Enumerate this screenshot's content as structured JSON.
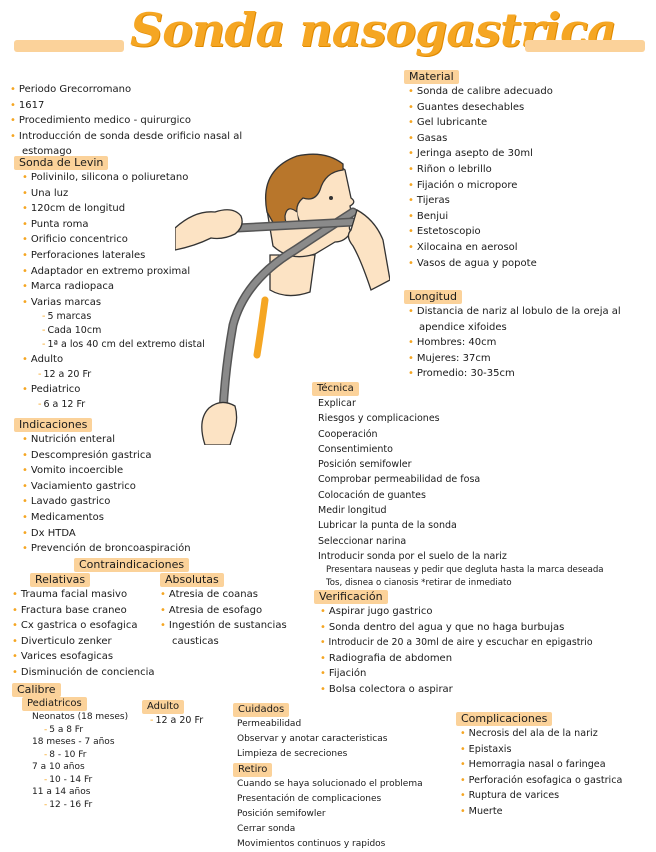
{
  "title": "Sonda nasogastrica",
  "intro": [
    "Periodo Grecorromano",
    "1617",
    "Procedimiento medico - quirurgico",
    "Introducción de sonda desde orificio nasal al estomago"
  ],
  "levin": {
    "heading": "Sonda de Levin",
    "items": [
      "Polivinilo, silicona o poliuretano",
      "Una luz",
      "120cm de longitud",
      "Punta roma",
      "Orificio concentrico",
      "Perforaciones laterales",
      "Adaptador en extremo proximal",
      "Marca radiopaca",
      "Varias marcas"
    ],
    "marcas": [
      "5 marcas",
      "Cada 10cm",
      "1ª a los 40 cm del extremo distal"
    ],
    "adulto": "Adulto",
    "adulto_val": "12 a 20 Fr",
    "pediatrico": "Pediatrico",
    "pediatrico_val": "6 a 12 Fr"
  },
  "indicaciones": {
    "heading": "Indicaciones",
    "items": [
      "Nutrición enteral",
      "Descompresión gastrica",
      "Vomito incoercible",
      "Vaciamiento gastrico",
      "Lavado gastrico",
      "Medicamentos",
      "Dx HTDA",
      "Prevención de broncoaspiración"
    ]
  },
  "contra": {
    "heading": "Contraindicaciones",
    "relativas_heading": "Relativas",
    "relativas": [
      "Trauma facial masivo",
      "Fractura base craneo",
      "Cx gastrica o esofagica",
      "Diverticulo zenker",
      "Varices esofagicas",
      "Disminución de conciencia"
    ],
    "absolutas_heading": "Absolutas",
    "absolutas": [
      "Atresia de coanas",
      "Atresia de esofago",
      "Ingestión de sustancias causticas"
    ]
  },
  "calibre": {
    "heading": "Calibre",
    "pediatricos_heading": "Pediatricos",
    "groups": [
      {
        "label": "Neonatos (18 meses)",
        "value": "5 a 8 Fr"
      },
      {
        "label": "18 meses - 7 años",
        "value": "8 - 10 Fr"
      },
      {
        "label": "7 a 10 años",
        "value": "10 - 14 Fr"
      },
      {
        "label": "11 a 14 años",
        "value": "12 - 16 Fr"
      }
    ],
    "adulto_heading": "Adulto",
    "adulto_value": "12 a 20 Fr"
  },
  "material": {
    "heading": "Material",
    "items": [
      "Sonda de calibre adecuado",
      "Guantes desechables",
      "Gel lubricante",
      "Gasas",
      "Jeringa asepto de 30ml",
      "Riñon o lebrillo",
      "Fijación o micropore",
      "Tijeras",
      "Benjui",
      "Estetoscopio",
      "Xilocaina en aerosol",
      "Vasos de agua y popote"
    ]
  },
  "longitud": {
    "heading": "Longitud",
    "items": [
      "Distancia de nariz al lobulo de la oreja al apendice xifoides",
      "Hombres: 40cm",
      "Mujeres: 37cm",
      "Promedio: 30-35cm"
    ]
  },
  "tecnica": {
    "heading": "Técnica",
    "items": [
      "Explicar",
      "Riesgos y complicaciones",
      "Cooperación",
      "Consentimiento",
      "Posición semifowler",
      "Comprobar permeabilidad de fosa",
      "Colocación de guantes",
      "Medir longitud",
      "Lubricar la punta de la sonda",
      "Seleccionar narina",
      "Introducir sonda por el suelo de la nariz"
    ],
    "subitems": [
      "Presentara nauseas y pedir que degluta hasta la marca deseada",
      "Tos, disnea o cianosis *retirar de inmediato"
    ]
  },
  "verificacion": {
    "heading": "Verificación",
    "items": [
      "Aspirar jugo gastrico",
      "Sonda dentro del agua y que no haga burbujas",
      "Introducir de 20 a 30ml de aire y escuchar en epigastrio",
      "Radiografia de abdomen",
      "Fijación",
      "Bolsa colectora o aspirar"
    ]
  },
  "cuidados": {
    "heading": "Cuidados",
    "items": [
      "Permeabilidad",
      "Observar y anotar caracteristicas",
      "Limpieza de secreciones"
    ]
  },
  "retiro": {
    "heading": "Retiro",
    "items": [
      "Cuando se haya solucionado el problema",
      "Presentación de complicaciones",
      "Posición semifowler",
      "Cerrar sonda",
      "Movimientos continuos y rapidos"
    ]
  },
  "complicaciones": {
    "heading": "Complicaciones",
    "items": [
      "Necrosis del ala de la nariz",
      "Epistaxis",
      "Hemorragia nasal o faringea",
      "Perforación esofagica o gastrica",
      "Ruptura de varices",
      "Muerte"
    ]
  },
  "colors": {
    "accent": "#f5a623",
    "highlight": "#fbd29a",
    "skin": "#fce3c4",
    "hair": "#b8762b",
    "tube": "#8a8a8a"
  }
}
